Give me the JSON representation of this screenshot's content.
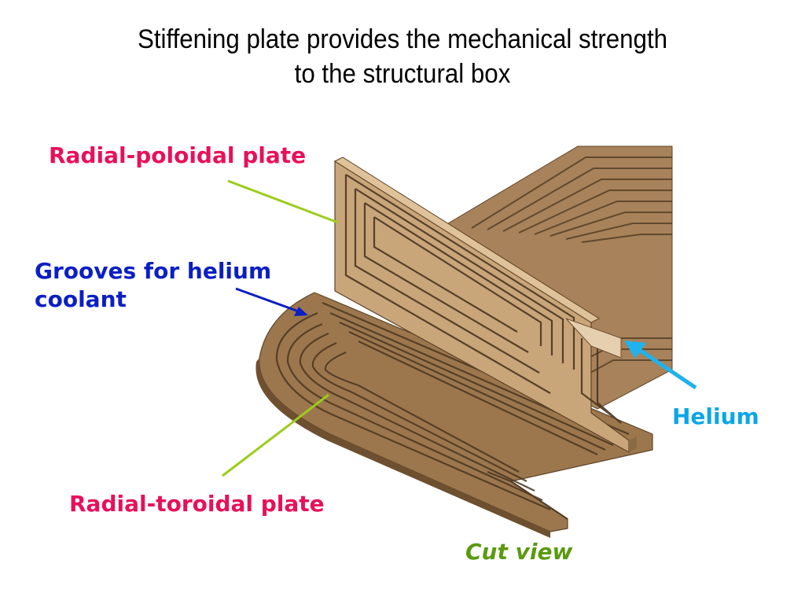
{
  "title": {
    "line1": "Stiffening plate provides the mechanical strength",
    "line2": "to the structural box"
  },
  "labels": {
    "radial_poloidal": "Radial-poloidal plate",
    "grooves": "Grooves for helium coolant",
    "grooves_line1": "Grooves for helium",
    "grooves_line2": "coolant",
    "helium": "Helium",
    "radial_toroidal": "Radial-toroidal plate",
    "cut_view": "Cut view"
  },
  "colors": {
    "label_magenta": "#e8105a",
    "label_blue": "#0b1fc4",
    "label_cyan": "#0aa6e8",
    "label_green": "#5a9a10",
    "leader_green": "#9ccc1c",
    "plate_light": "#c9a57a",
    "plate_mid": "#b08a5e",
    "plate_dark": "#7a5a36",
    "groove": "#4a3620"
  }
}
